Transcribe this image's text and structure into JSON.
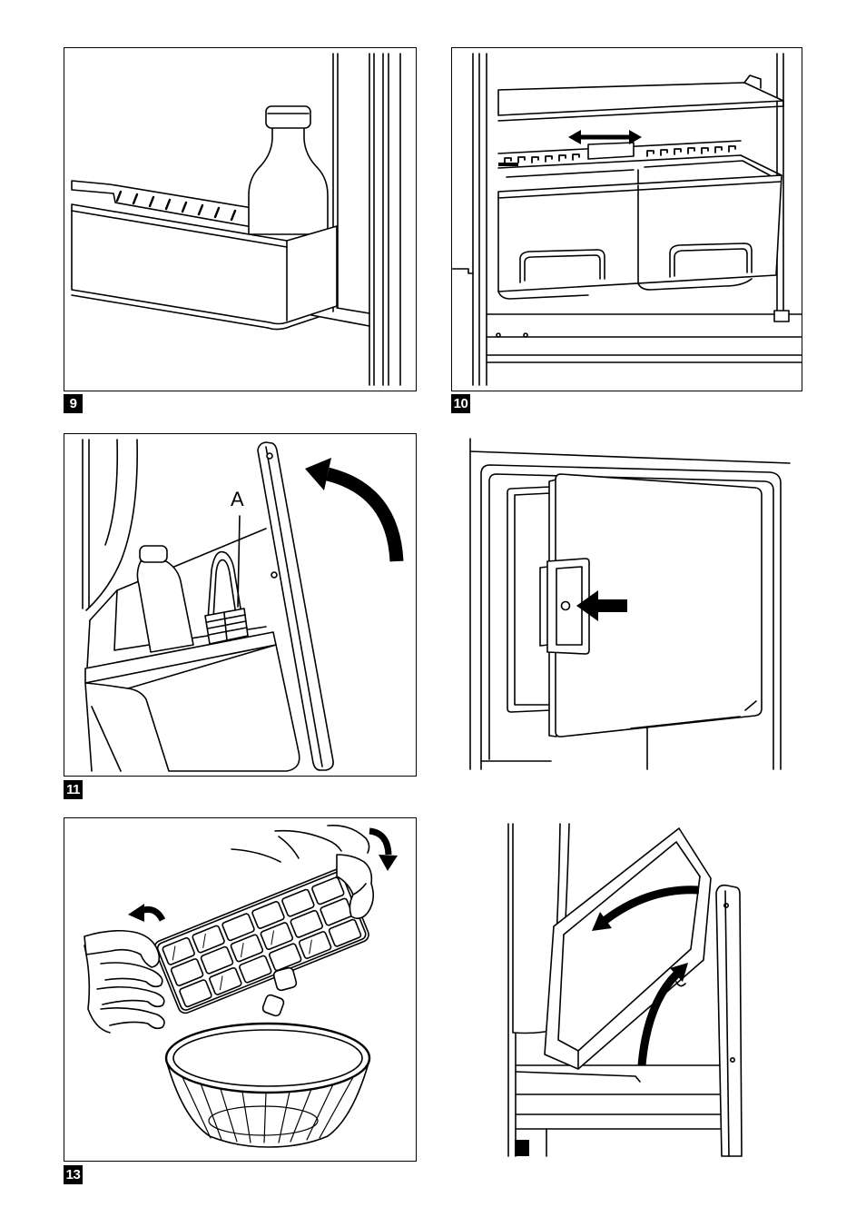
{
  "colors": {
    "ink": "#000000",
    "paper": "#ffffff"
  },
  "figures": {
    "fig9": {
      "number": "9",
      "icons": [
        "milk-bottle-icon",
        "door-bin-icon"
      ]
    },
    "fig10": {
      "number": "10",
      "icons": [
        "double-arrow-icon",
        "crisper-drawer-icon",
        "glass-shelf-icon"
      ]
    },
    "fig11": {
      "number": "11",
      "callout": "A",
      "icons": [
        "curved-arrow-icon",
        "bottle-icon",
        "brush-icon"
      ]
    },
    "fig12": {
      "icons": [
        "freezer-door-icon",
        "push-arrow-icon"
      ]
    },
    "fig13": {
      "number": "13",
      "icons": [
        "ice-tray-icon",
        "hands-icon",
        "bowl-icon",
        "ice-cube-icon",
        "curved-arrow-icon"
      ]
    },
    "fig14": {
      "icons": [
        "tilted-tray-icon",
        "curved-arrow-icon"
      ]
    }
  }
}
